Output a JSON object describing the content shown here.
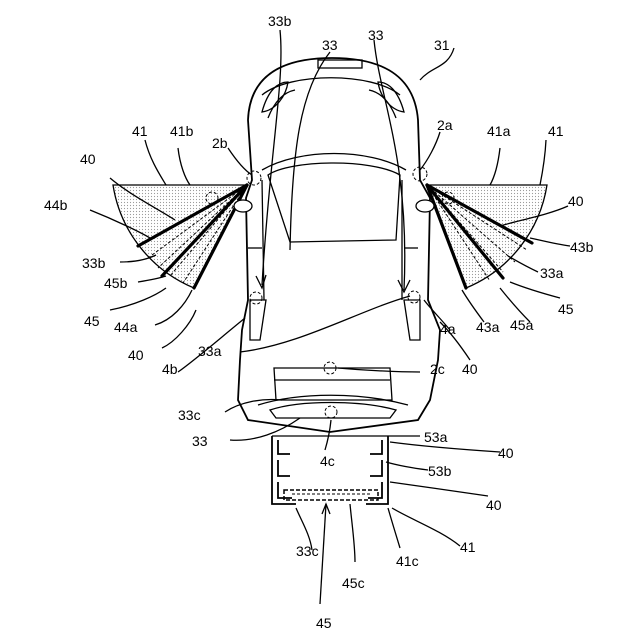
{
  "labels": {
    "l31": "31",
    "l33_top_left": "33",
    "l33_top_right": "33",
    "l33b_top": "33b",
    "l2a": "2a",
    "l2b": "2b",
    "l41_left": "41",
    "l41b": "41b",
    "l41a": "41a",
    "l41_right": "41",
    "l40_left_top": "40",
    "l40_right_top": "40",
    "l44b": "44b",
    "l43b": "43b",
    "l33b_left": "33b",
    "l33a_right": "33a",
    "l45b": "45b",
    "l45_right": "45",
    "l45a": "45a",
    "l45_left": "45",
    "l44a": "44a",
    "l43a": "43a",
    "l4a": "4a",
    "l40_left_bottom": "40",
    "l40_right_mid": "40",
    "l4b": "4b",
    "l33a_center": "33a",
    "l2c": "2c",
    "l33c_mid": "33c",
    "l33_bottom": "33",
    "l53a": "53a",
    "l40_rear_1": "40",
    "l4c": "4c",
    "l53b": "53b",
    "l40_rear_2": "40",
    "l41_rear": "41",
    "l33c_bottom": "33c",
    "l41c": "41c",
    "l45c": "45c",
    "l45_bottom": "45"
  }
}
